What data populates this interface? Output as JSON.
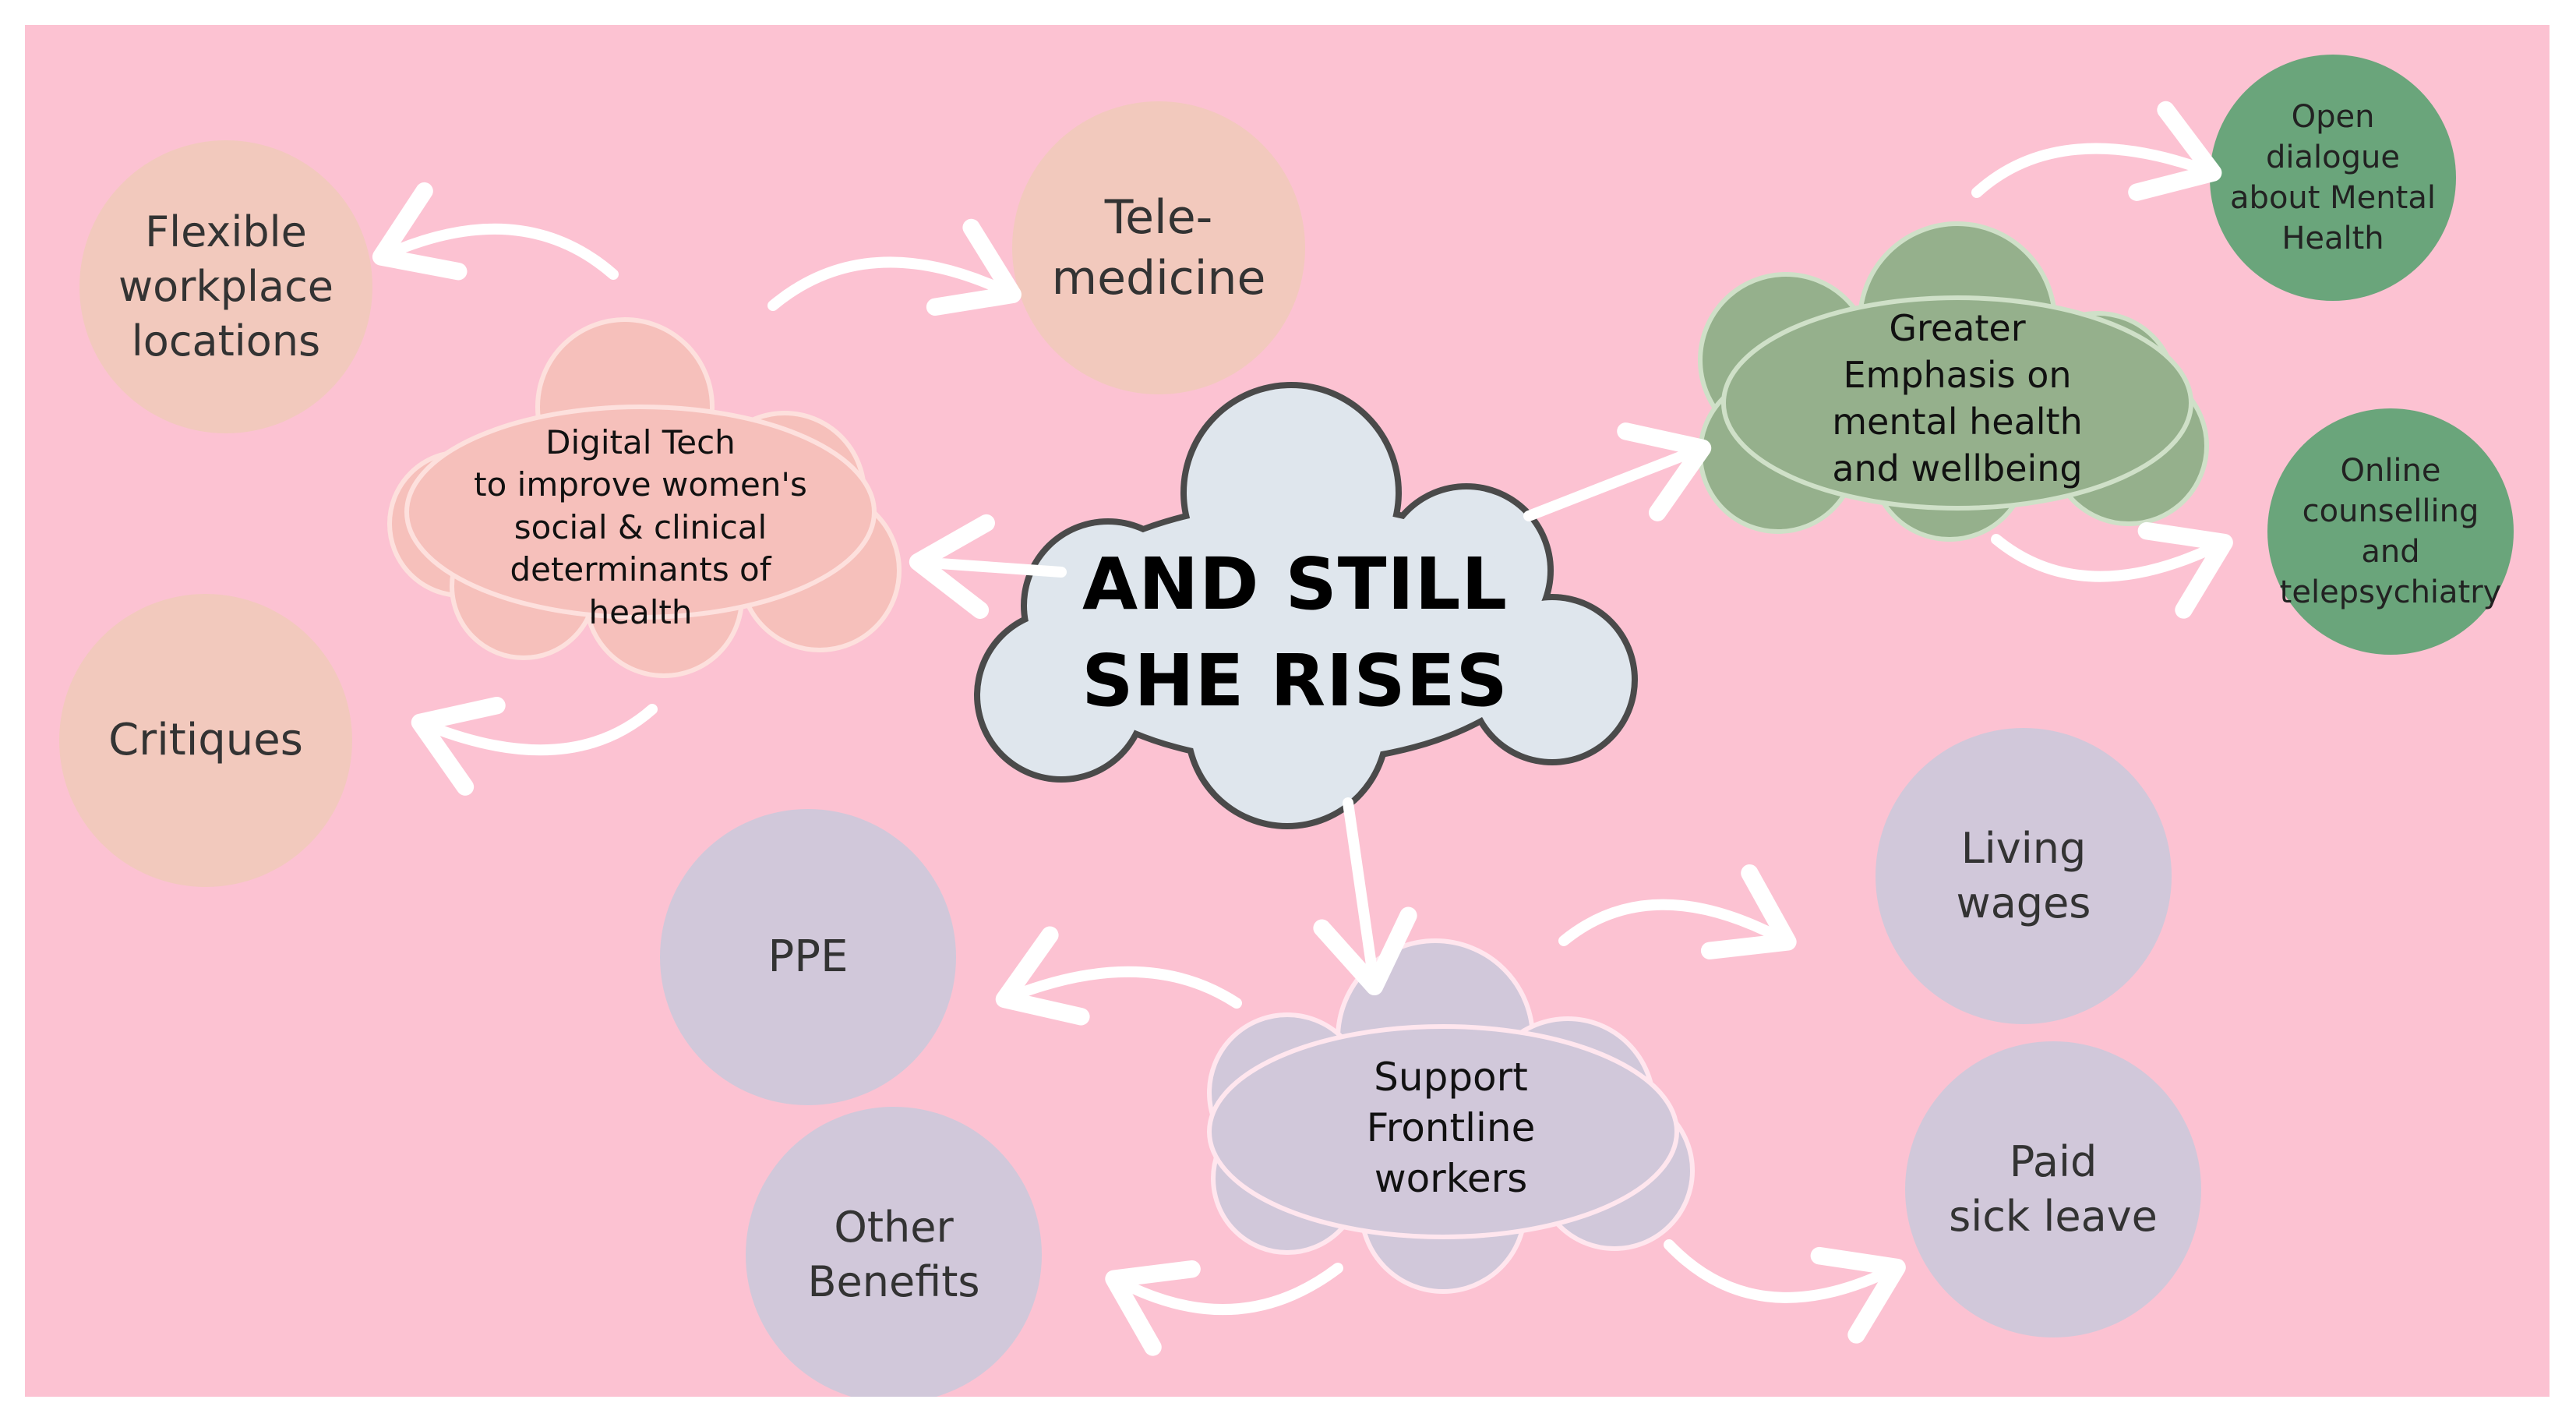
{
  "center": {
    "title": "AND STILL\nSHE RISES"
  },
  "branches": {
    "digital_tech": {
      "label": "Digital Tech\nto improve women's\nsocial & clinical\ndeterminants of\nhealth",
      "leaves": {
        "flexible": "Flexible\nworkplace\nlocations",
        "telemedicine": "Tele-\nmedicine",
        "critiques": "Critiques"
      }
    },
    "mental_health": {
      "label": "Greater\nEmphasis on\nmental health\nand wellbeing",
      "leaves": {
        "open_dialogue": "Open dialogue\nabout Mental\nHealth",
        "online_counselling": "Online\ncounselling\nand\ntelepsychiatry"
      }
    },
    "frontline": {
      "label": "Support\nFrontline\nworkers",
      "leaves": {
        "ppe": "PPE",
        "other_benefits": "Other\nBenefits",
        "living_wages": "Living\nwages",
        "paid_sick_leave": "Paid\nsick leave"
      }
    }
  },
  "colors": {
    "background": "#fcc2d2",
    "peach": "#f2c9bd",
    "peach_cloud": "#f6c0bb",
    "green_cloud": "#95b08c",
    "green_circle": "#6aa57b",
    "lavender": "#d1c8da",
    "center_cloud": "#dfe6ed",
    "arrow": "#ffffff"
  }
}
